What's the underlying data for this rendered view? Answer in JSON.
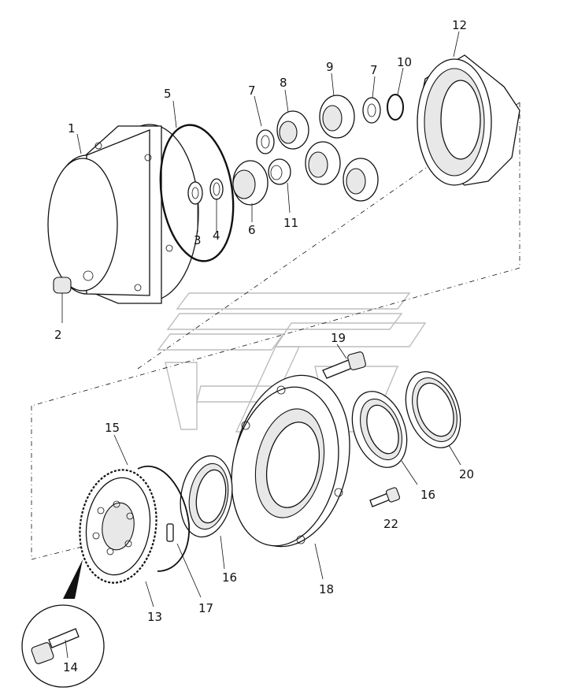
{
  "labels": {
    "p1": "1",
    "p2": "2",
    "p3": "3",
    "p4": "4",
    "p5": "5",
    "p6": "6",
    "p7a": "7",
    "p7b": "7",
    "p8": "8",
    "p9": "9",
    "p10": "10",
    "p11": "11",
    "p12": "12",
    "p13": "13",
    "p14": "14",
    "p15": "15",
    "p16a": "16",
    "p16b": "16",
    "p17": "17",
    "p18": "18",
    "p19": "19",
    "p20": "20",
    "p22": "22"
  }
}
